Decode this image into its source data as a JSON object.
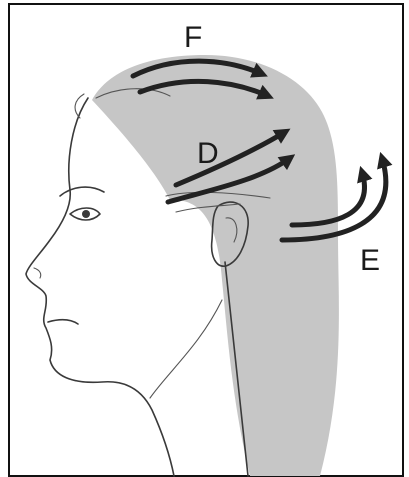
{
  "labels": {
    "f": "F",
    "d": "D",
    "e": "E"
  },
  "colors": {
    "hair": "#c6c6c6",
    "arrow": "#222222",
    "outline": "#3a3a3a",
    "frame": "#111111",
    "background": "#ffffff"
  }
}
